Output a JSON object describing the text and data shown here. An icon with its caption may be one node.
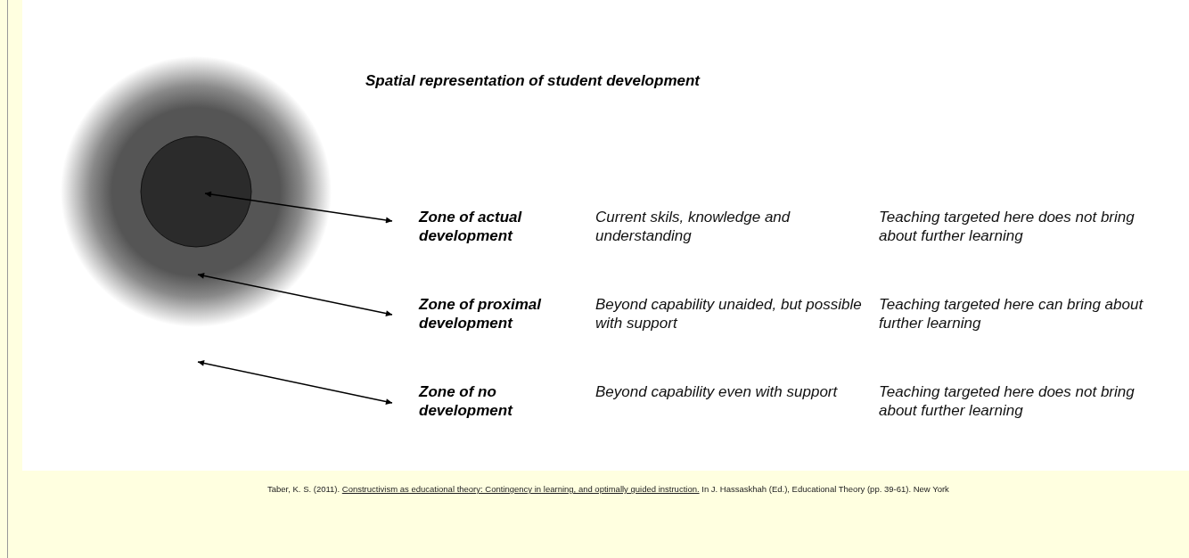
{
  "diagram": {
    "title": "Spatial representation of student development",
    "nodes": [
      {
        "text": [
          "Zone of actual development"
        ]
      },
      {
        "text": [
          "Zone of proximal development"
        ]
      },
      {
        "text": [
          "Zone of no development"
        ]
      }
    ],
    "edges": [
      {
        "from": null,
        "to": 0,
        "arrow": "both"
      },
      {
        "from": null,
        "to": 1,
        "arrow": "both"
      },
      {
        "from": null,
        "to": 2,
        "arrow": "both"
      }
    ],
    "labels": [
      "Current skils, knowledge and understanding",
      "Teaching targeted here does not bring about further learning",
      "Beyond capability unaided, but possible with support",
      "Teaching targeted here can bring about further learning",
      "Beyond capability even with support",
      "Teaching targeted here does not bring about further learning",
      "Taber, K. S. (2011).",
      "Constructivism as educational theory: Contingency in learning, and optimally guided instruction.",
      "In J. Hassaskhah (Ed.), Educational Theory (pp. 39-61). New York"
    ]
  }
}
